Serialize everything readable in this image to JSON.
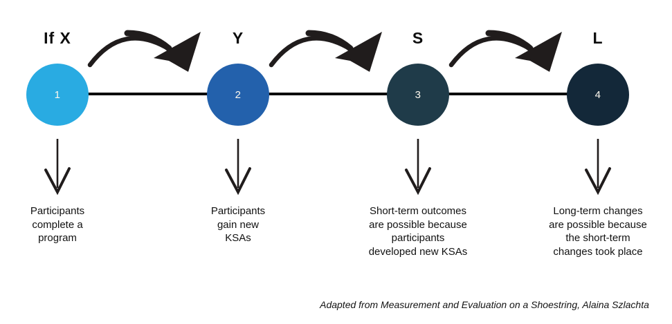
{
  "diagram": {
    "steps": [
      {
        "label": "If X",
        "number": "1",
        "circle_color": "#29ABE2",
        "description": "Participants\ncomplete a\nprogram"
      },
      {
        "label": "Y",
        "number": "2",
        "circle_color": "#2361AC",
        "description": "Participants\ngain new\nKSAs"
      },
      {
        "label": "S",
        "number": "3",
        "circle_color": "#1F3B49",
        "description": "Short-term outcomes\nare possible because\nparticipants\ndeveloped new KSAs"
      },
      {
        "label": "L",
        "number": "4",
        "circle_color": "#132839",
        "description": "Long-term changes\nare possible because\nthe short-term\nchanges took place"
      }
    ],
    "connector_color": "#0b0b0b",
    "arrow_color": "#201c1c",
    "footer": "Adapted from Measurement and Evaluation on a Shoestring, Alaina Szlachta"
  }
}
